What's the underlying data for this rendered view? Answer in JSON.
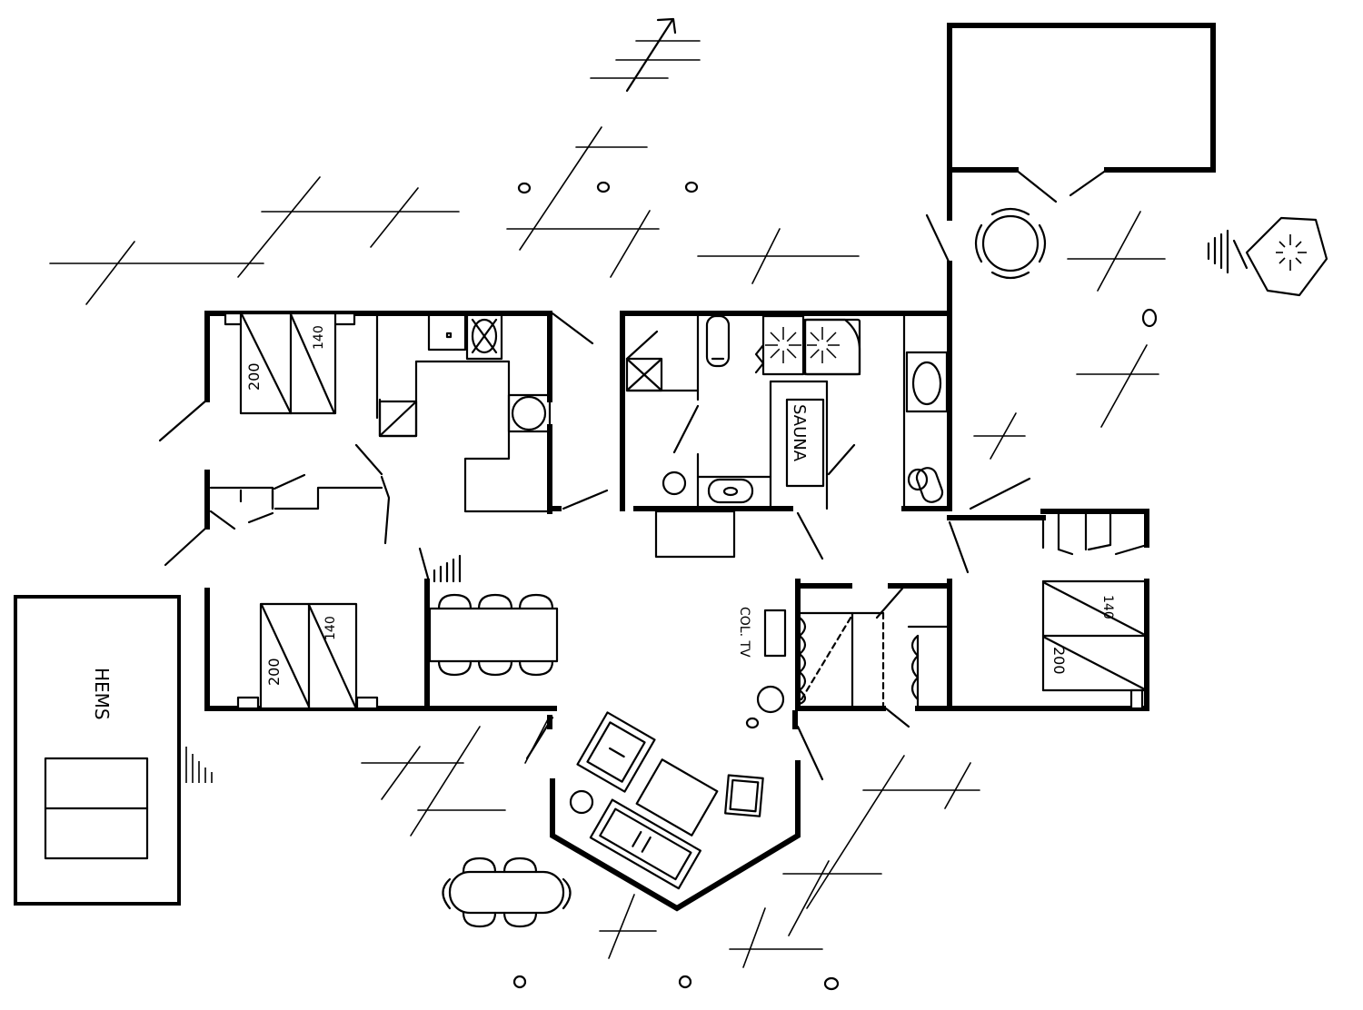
{
  "labels": {
    "bed_size_1": "200",
    "bed_width_1": "140",
    "bed_size_2": "200",
    "bed_width_2": "140",
    "bed_size_3": "200",
    "bed_width_3": "140",
    "sauna": "SAUNA",
    "tv": "COL. TV",
    "loft": "HEMS"
  }
}
